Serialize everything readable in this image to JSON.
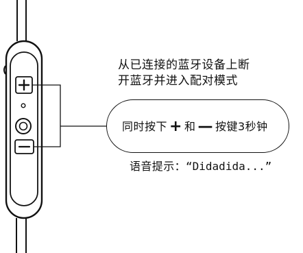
{
  "labels": {
    "disconnect_line1": "从已连接的蓝牙设备上断",
    "disconnect_line2": "开蓝牙并进入配对模式",
    "instruction_prefix": "同时按下",
    "plus_symbol": "+",
    "and_word": "和",
    "minus_symbol": "—",
    "instruction_suffix": "按键3秒钟",
    "voice_prompt_label": "语音提示：",
    "voice_prompt_text": "“Didadida...”"
  },
  "icons": {
    "plus_button": "plus-icon",
    "minus_button": "minus-icon",
    "center_button": "circle-icon",
    "indicator": "led-icon"
  },
  "colors": {
    "ink": "#111111",
    "background": "#ffffff",
    "remote_fill": "#ffffff"
  }
}
